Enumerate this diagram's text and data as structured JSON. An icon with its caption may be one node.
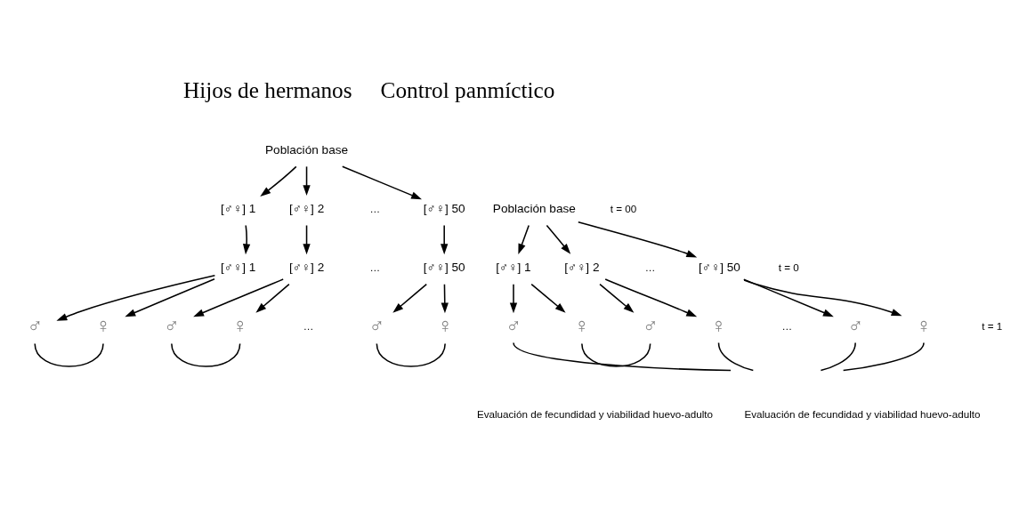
{
  "diagram": {
    "nodes": [
      {
        "text": [
          "Población base"
        ]
      },
      {
        "text": [
          "[♂♀] 1"
        ]
      },
      {
        "text": [
          "[♂♀] 2"
        ]
      },
      {
        "text": [
          "[♂♀] 50"
        ]
      },
      {
        "text": [
          "[♂♀] 1"
        ]
      },
      {
        "text": [
          "[♂♀] 2"
        ]
      },
      {
        "text": [
          "[♂♀] 50"
        ]
      },
      {
        "text": [
          "♂"
        ]
      },
      {
        "text": [
          "♀"
        ]
      },
      {
        "text": [
          "♂"
        ]
      },
      {
        "text": [
          "♀"
        ]
      },
      {
        "text": [
          "♂"
        ]
      },
      {
        "text": [
          "♀"
        ]
      },
      {
        "text": [
          "Población base"
        ]
      },
      {
        "text": [
          "[♂♀] 1"
        ]
      },
      {
        "text": [
          "[♂♀] 2"
        ]
      },
      {
        "text": [
          "[♂♀] 50"
        ]
      },
      {
        "text": [
          "♂"
        ]
      },
      {
        "text": [
          "♀"
        ]
      },
      {
        "text": [
          "♂"
        ]
      },
      {
        "text": [
          "♀"
        ]
      },
      {
        "text": [
          "♂"
        ]
      },
      {
        "text": [
          "♀"
        ]
      }
    ],
    "edges": [
      {
        "from": 0,
        "to": 1,
        "arrow": "to"
      },
      {
        "from": 0,
        "to": 2,
        "arrow": "to"
      },
      {
        "from": 0,
        "to": 3,
        "arrow": "to"
      },
      {
        "from": 1,
        "to": 4,
        "arrow": "to"
      },
      {
        "from": 2,
        "to": 5,
        "arrow": "to"
      },
      {
        "from": 3,
        "to": 6,
        "arrow": "to"
      },
      {
        "from": 4,
        "to": 7,
        "arrow": "to"
      },
      {
        "from": 4,
        "to": 8,
        "arrow": "to"
      },
      {
        "from": 5,
        "to": 9,
        "arrow": "to"
      },
      {
        "from": 5,
        "to": 10,
        "arrow": "to"
      },
      {
        "from": 6,
        "to": 11,
        "arrow": "to"
      },
      {
        "from": 6,
        "to": 12,
        "arrow": "to"
      },
      {
        "from": 7,
        "to": 8,
        "arrow": "none"
      },
      {
        "from": 9,
        "to": 10,
        "arrow": "none"
      },
      {
        "from": 11,
        "to": 12,
        "arrow": "none"
      },
      {
        "from": 13,
        "to": 14,
        "arrow": "to"
      },
      {
        "from": 13,
        "to": 15,
        "arrow": "to"
      },
      {
        "from": 13,
        "to": 16,
        "arrow": "to"
      },
      {
        "from": 14,
        "to": 17,
        "arrow": "to"
      },
      {
        "from": 14,
        "to": 18,
        "arrow": "to"
      },
      {
        "from": 15,
        "to": 19,
        "arrow": "to"
      },
      {
        "from": 15,
        "to": 20,
        "arrow": "to"
      },
      {
        "from": 16,
        "to": 21,
        "arrow": "to"
      },
      {
        "from": 16,
        "to": 22,
        "arrow": "to"
      },
      {
        "from": 17,
        "to": null,
        "arrow": "none"
      },
      {
        "from": 18,
        "to": 19,
        "arrow": "none"
      },
      {
        "from": 20,
        "to": null,
        "arrow": "none"
      },
      {
        "from": 21,
        "to": null,
        "arrow": "none"
      },
      {
        "from": 22,
        "to": null,
        "arrow": "none"
      }
    ],
    "labels": [
      "Hijos de hermanos",
      "Control panmíctico",
      "…",
      "t = 00",
      "…",
      "…",
      "t = 0",
      "…",
      "…",
      "t = 1",
      "Evaluación de fecundidad y viabilidad huevo-adulto",
      "Evaluación de fecundidad y viabilidad huevo-adulto"
    ]
  }
}
